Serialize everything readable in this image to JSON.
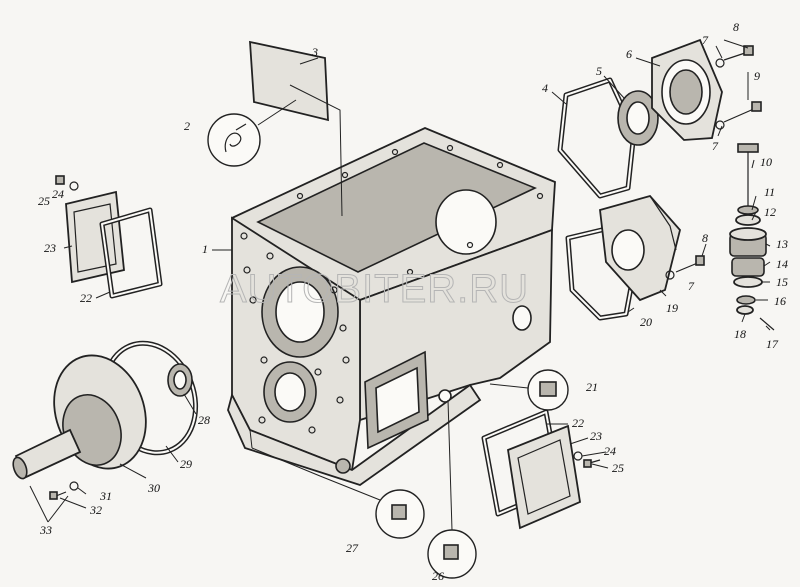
{
  "watermark": "AUTOBITER.RU",
  "callouts": [
    {
      "id": "c1",
      "text": "1"
    },
    {
      "id": "c2",
      "text": "2"
    },
    {
      "id": "c3",
      "text": "3"
    },
    {
      "id": "c4",
      "text": "4"
    },
    {
      "id": "c5",
      "text": "5"
    },
    {
      "id": "c6",
      "text": "6"
    },
    {
      "id": "c7a",
      "text": "7"
    },
    {
      "id": "c8a",
      "text": "8"
    },
    {
      "id": "c9",
      "text": "9"
    },
    {
      "id": "c7b",
      "text": "7"
    },
    {
      "id": "c10",
      "text": "10"
    },
    {
      "id": "c11",
      "text": "11"
    },
    {
      "id": "c12",
      "text": "12"
    },
    {
      "id": "c13",
      "text": "13"
    },
    {
      "id": "c14",
      "text": "14"
    },
    {
      "id": "c15",
      "text": "15"
    },
    {
      "id": "c16",
      "text": "16"
    },
    {
      "id": "c17",
      "text": "17"
    },
    {
      "id": "c18",
      "text": "18"
    },
    {
      "id": "c8b",
      "text": "8"
    },
    {
      "id": "c7c",
      "text": "7"
    },
    {
      "id": "c19",
      "text": "19"
    },
    {
      "id": "c20",
      "text": "20"
    },
    {
      "id": "c21",
      "text": "21"
    },
    {
      "id": "c22a",
      "text": "22"
    },
    {
      "id": "c23a",
      "text": "23"
    },
    {
      "id": "c24a",
      "text": "24"
    },
    {
      "id": "c25a",
      "text": "25"
    },
    {
      "id": "c25b",
      "text": "25"
    },
    {
      "id": "c24b",
      "text": "24"
    },
    {
      "id": "c23b",
      "text": "23"
    },
    {
      "id": "c22b",
      "text": "22"
    },
    {
      "id": "c26",
      "text": "26"
    },
    {
      "id": "c27",
      "text": "27"
    },
    {
      "id": "c28",
      "text": "28"
    },
    {
      "id": "c29",
      "text": "29"
    },
    {
      "id": "c30",
      "text": "30"
    },
    {
      "id": "c31",
      "text": "31"
    },
    {
      "id": "c32",
      "text": "32"
    },
    {
      "id": "c33",
      "text": "33"
    }
  ]
}
